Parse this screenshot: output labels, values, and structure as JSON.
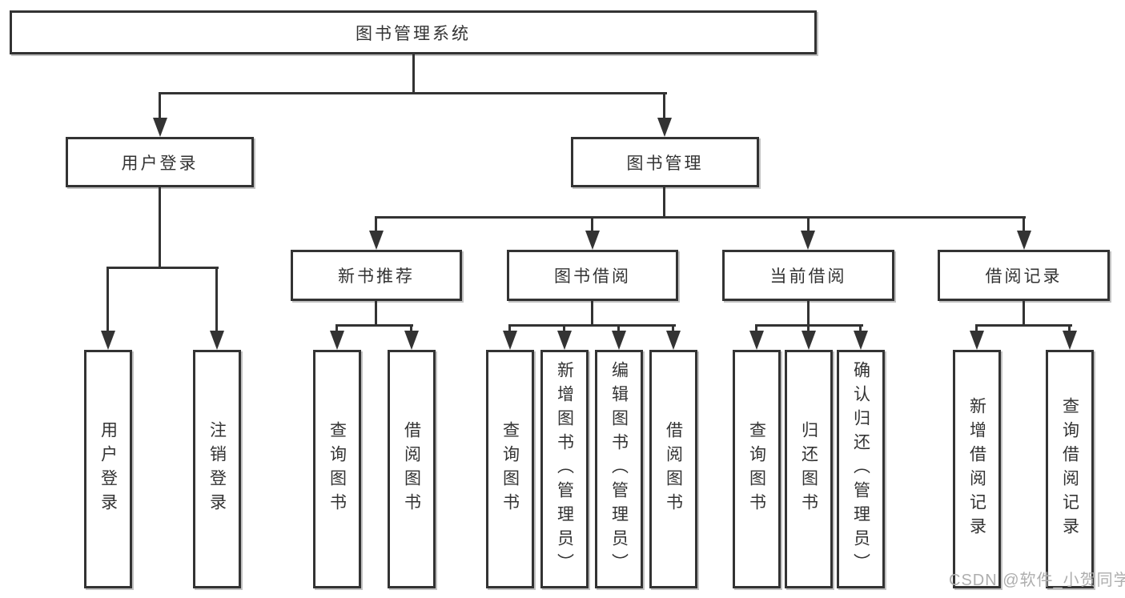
{
  "diagram": {
    "root": {
      "label": "图书管理系统"
    },
    "level2": [
      {
        "label": "用户登录",
        "children": [
          {
            "label": "用户登录"
          },
          {
            "label": "注销登录"
          }
        ]
      },
      {
        "label": "图书管理"
      }
    ],
    "level3": [
      {
        "label": "新书推荐",
        "children": [
          {
            "label": "查询图书"
          },
          {
            "label": "借阅图书"
          }
        ]
      },
      {
        "label": "图书借阅",
        "children": [
          {
            "label": "查询图书"
          },
          {
            "label": "新增图书（管理员）"
          },
          {
            "label": "编辑图书（管理员）"
          },
          {
            "label": "借阅图书"
          }
        ]
      },
      {
        "label": "当前借阅",
        "children": [
          {
            "label": "查询图书"
          },
          {
            "label": "归还图书"
          },
          {
            "label": "确认归还（管理员）"
          }
        ]
      },
      {
        "label": "借阅记录",
        "children": [
          {
            "label": "新增借阅记录"
          },
          {
            "label": "查询借阅记录"
          }
        ]
      }
    ]
  },
  "watermark": {
    "text": "CSDN @软件_小贺同学"
  },
  "colors": {
    "line": "#333333",
    "box_border": "#333333",
    "box_fill": "#ffffff",
    "text": "#333333",
    "watermark": "#aeaeae"
  }
}
